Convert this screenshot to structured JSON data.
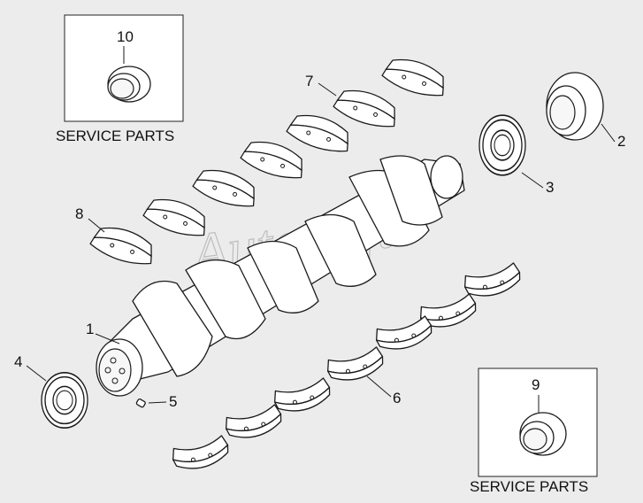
{
  "service_box_top": {
    "part_number": "10",
    "caption": "SERVICE PARTS"
  },
  "service_box_bottom": {
    "part_number": "9",
    "caption": "SERVICE PARTS"
  },
  "callouts": {
    "crankshaft": "1",
    "seal_ring": "2",
    "rear_gear": "3",
    "front_gear": "4",
    "dowel_pin": "5",
    "conrod_bearings": "6",
    "main_bearings_upper": "7",
    "main_bearings_lower": "8"
  },
  "watermark": "AutoSoft"
}
